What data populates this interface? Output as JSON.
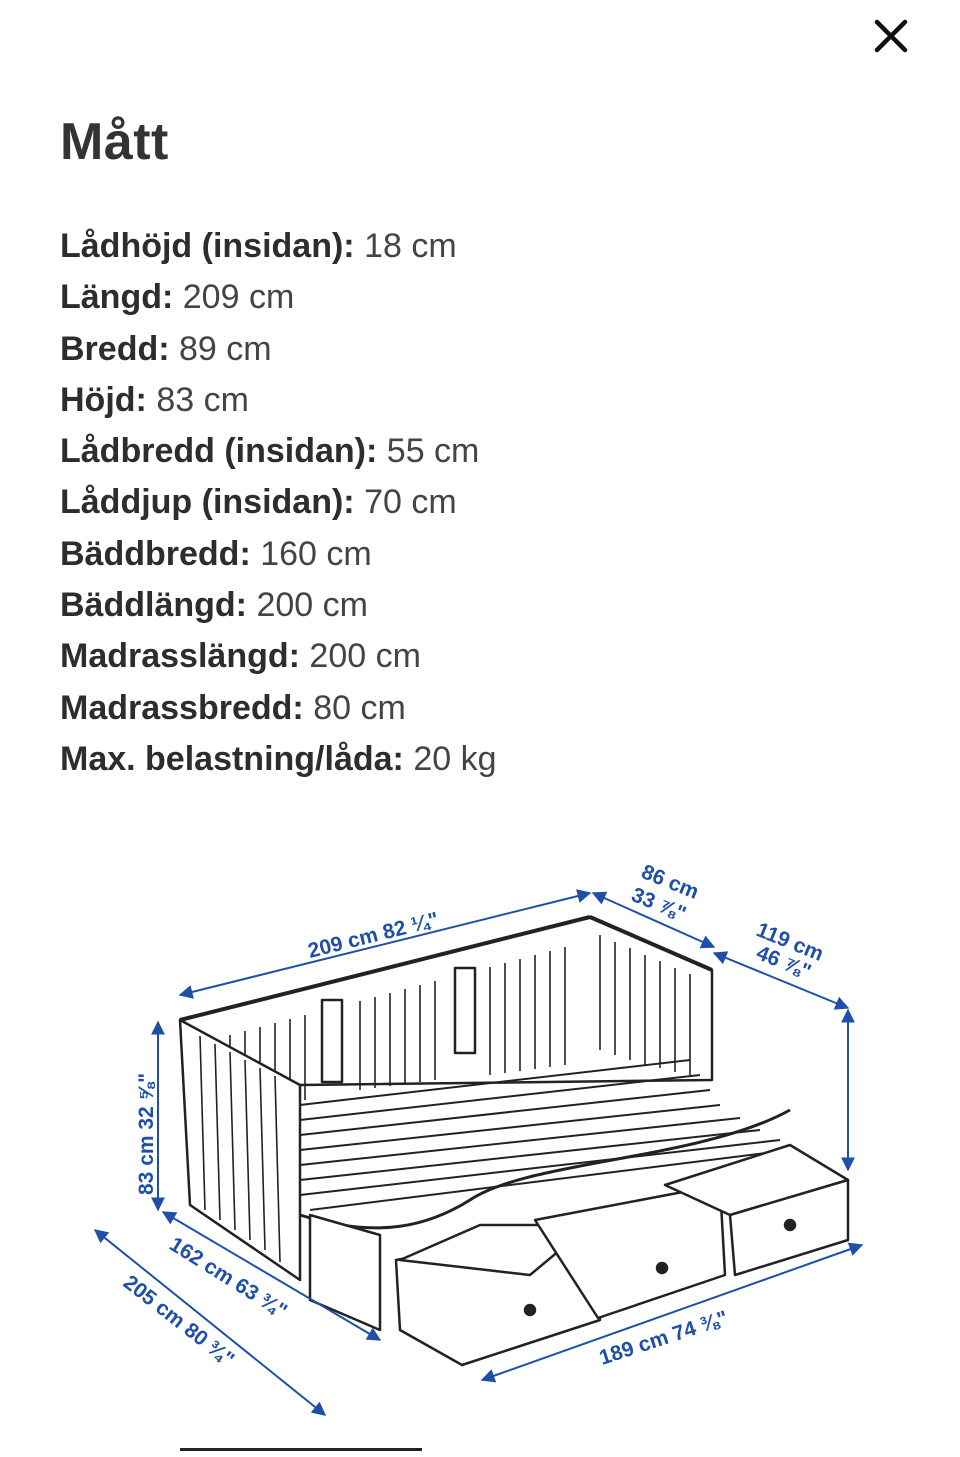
{
  "header": {
    "close_icon": "close-icon",
    "title": "Mått"
  },
  "specs": [
    {
      "label": "Lådhöjd (insidan):",
      "value": "18 cm"
    },
    {
      "label": "Längd:",
      "value": "209 cm"
    },
    {
      "label": "Bredd:",
      "value": "89 cm"
    },
    {
      "label": "Höjd:",
      "value": "83 cm"
    },
    {
      "label": "Lådbredd (insidan):",
      "value": "55 cm"
    },
    {
      "label": "Låddjup (insidan):",
      "value": "70 cm"
    },
    {
      "label": "Bäddbredd:",
      "value": "160 cm"
    },
    {
      "label": "Bäddlängd:",
      "value": "200 cm"
    },
    {
      "label": "Madrasslängd:",
      "value": "200 cm"
    },
    {
      "label": "Madrassbredd:",
      "value": "80 cm"
    },
    {
      "label": "Max. belastning/låda:",
      "value": "20 kg"
    }
  ],
  "diagram": {
    "dimensions": {
      "length": "209 cm 82 ¼\"",
      "depth_top": "86 cm",
      "depth_top_in": "33 ⅞\"",
      "depth_extended": "119 cm",
      "depth_extended_in": "46 ⅞\"",
      "height": "83 cm 32 ⅝\"",
      "side_inner": "162 cm 63 ¾\"",
      "side_outer": "205 cm 80 ¾\"",
      "front_length": "189 cm 74 ⅜\""
    },
    "colors": {
      "dimension": "#1f4fa6",
      "line": "#222222"
    }
  }
}
